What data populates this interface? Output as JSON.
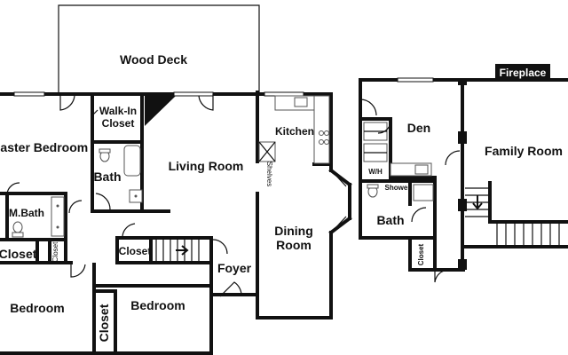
{
  "rooms": {
    "wood_deck": "Wood Deck",
    "fireplace_main": "Fireplace",
    "walk_in_closet": "Walk-In Closet",
    "master_bedroom": "Master Bedroom",
    "bath_main": "Bath",
    "living_room": "Living Room",
    "kitchen": "Kitchen",
    "shelves": "Shelves",
    "m_bath": "M.Bath",
    "closet_left": "Closet",
    "closet_small": "Closet",
    "closet_hall": "Closet",
    "dining_room": "Dining Room",
    "foyer": "Foyer",
    "bedroom_left": "Bedroom",
    "bedroom_right": "Bedroom",
    "closet_vertical": "Closet",
    "den": "Den",
    "wh": "W/H",
    "shower": "Shower",
    "bath_den": "Bath",
    "closet_den": "Closet",
    "family_room": "Family Room",
    "fireplace_family": "Fireplace"
  }
}
